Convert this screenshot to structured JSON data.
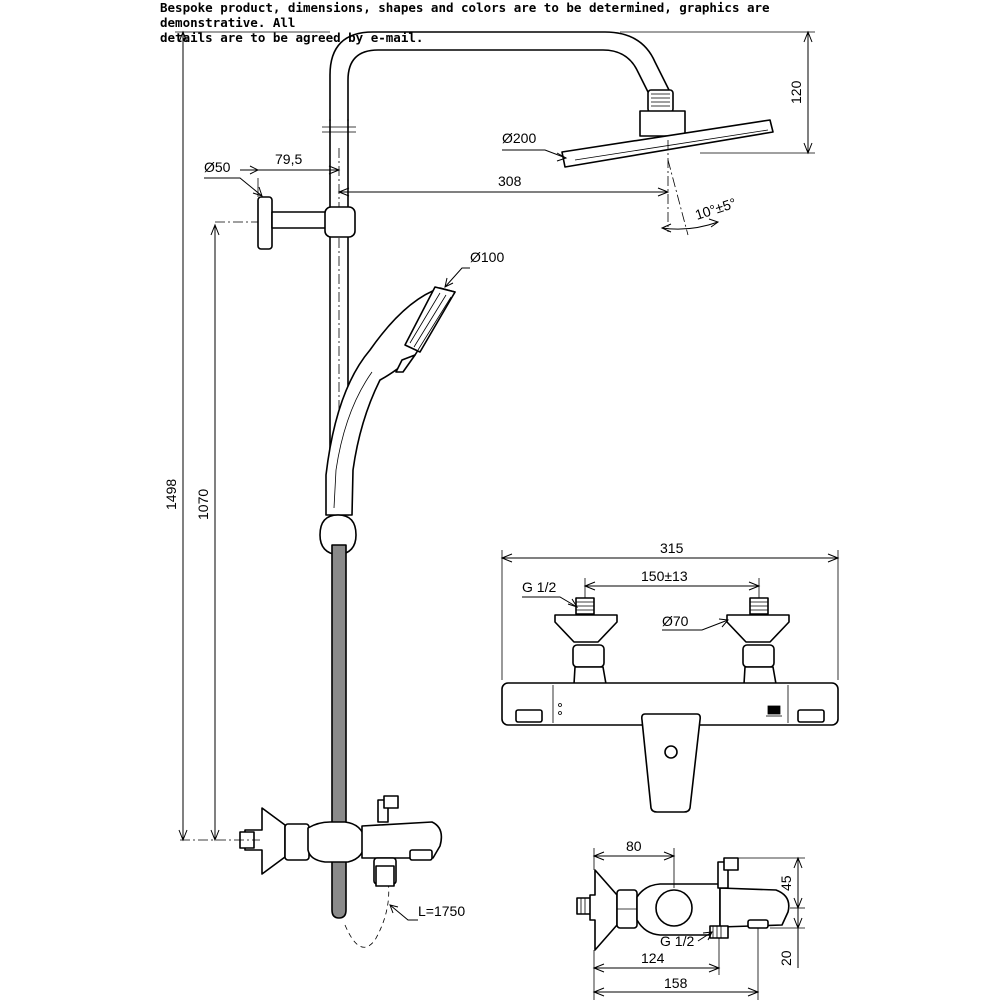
{
  "header": {
    "line1": "Bespoke product, dimensions, shapes and colors are to be determined, graphics are demonstrative. All",
    "line2": "details are to be agreed by e-mail."
  },
  "dimensions": {
    "total_height": "1498",
    "bracket_height": "1070",
    "wall_flange": "Ø50",
    "bracket_offset": "79,5",
    "arm_reach": "308",
    "head_drop": "120",
    "head_diameter": "Ø200",
    "head_tilt": "10°±5°",
    "handshower_diameter": "Ø100",
    "hose_length": "L=1750",
    "mixer_width": "315",
    "inlet_thread": "G 1/2",
    "inlet_spacing": "150±13",
    "escutcheon_diameter": "Ø70",
    "side_depth": "80",
    "side_top_height": "45",
    "side_outlet_thread": "G 1/2",
    "side_outlet_reach": "124",
    "side_spout_reach": "158",
    "side_spout_height": "20"
  }
}
